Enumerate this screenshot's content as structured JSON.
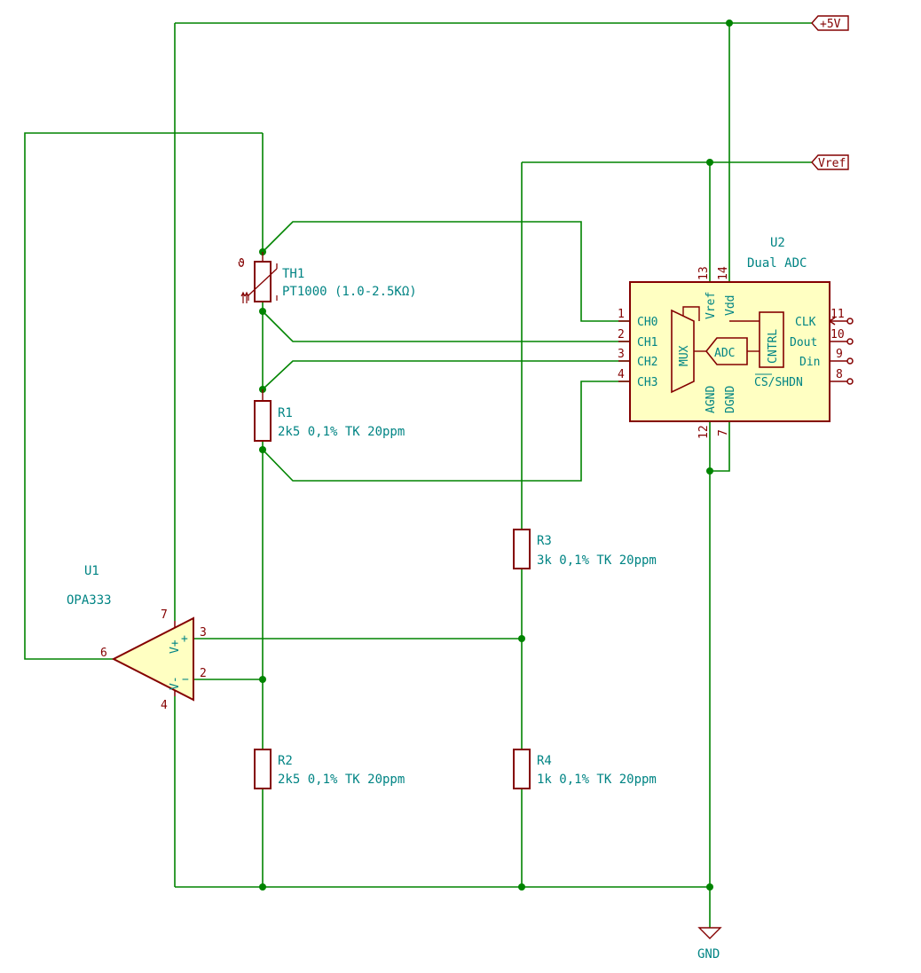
{
  "nets": {
    "vcc": "+5V",
    "vref": "Vref",
    "gnd": "GND"
  },
  "components": {
    "th1": {
      "ref": "TH1",
      "value": "PT1000 (1.0-2.5KΩ)"
    },
    "r1": {
      "ref": "R1",
      "value": "2k5 0,1% TK 20ppm"
    },
    "r2": {
      "ref": "R2",
      "value": "2k5 0,1% TK 20ppm"
    },
    "r3": {
      "ref": "R3",
      "value": "3k 0,1% TK 20ppm"
    },
    "r4": {
      "ref": "R4",
      "value": "1k 0,1% TK 20ppm"
    },
    "u1": {
      "ref": "U1",
      "value": "OPA333",
      "pins": {
        "out": "6",
        "inp": "3",
        "inn": "2",
        "vp": "7",
        "vm": "4"
      },
      "pin_labels": {
        "vp": "V+",
        "vm": "V-",
        "plus": "+",
        "minus": "−"
      }
    },
    "u2": {
      "ref": "U2",
      "value": "Dual ADC",
      "left_pins": [
        {
          "num": "1",
          "label": "CH0"
        },
        {
          "num": "2",
          "label": "CH1"
        },
        {
          "num": "3",
          "label": "CH2"
        },
        {
          "num": "4",
          "label": "CH3"
        }
      ],
      "right_pins": [
        {
          "num": "11",
          "label": "CLK"
        },
        {
          "num": "10",
          "label": "Dout"
        },
        {
          "num": "9",
          "label": "Din"
        },
        {
          "num": "8",
          "label": "CS/SHDN"
        }
      ],
      "top_pins": [
        {
          "num": "13",
          "label": "Vref"
        },
        {
          "num": "14",
          "label": "Vdd"
        }
      ],
      "bottom_pins": [
        {
          "num": "12",
          "label": "AGND"
        },
        {
          "num": "7",
          "label": "DGND"
        }
      ],
      "blocks": {
        "mux": "MUX",
        "adc": "ADC",
        "ctrl": "CNTRL"
      }
    }
  }
}
